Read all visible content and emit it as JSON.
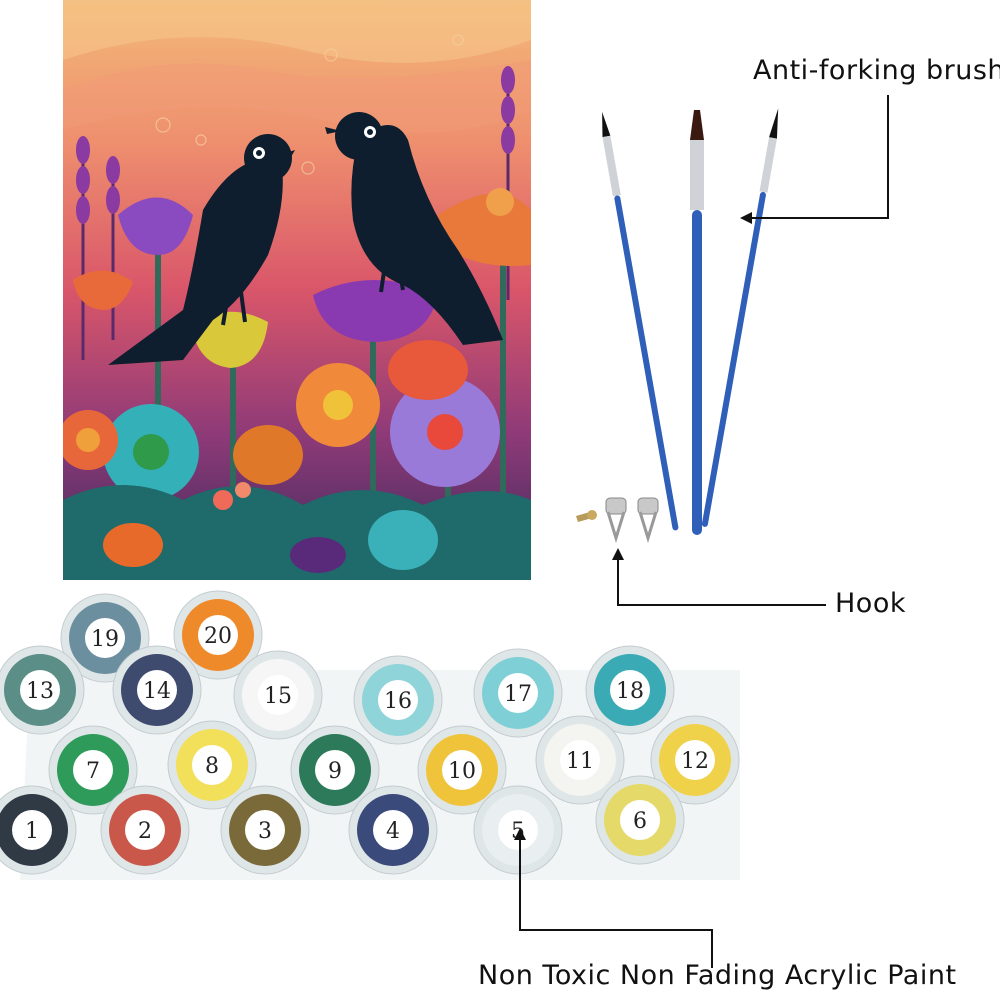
{
  "labels": {
    "brushes": "Anti-forking brushe",
    "hook": "Hook",
    "paint": "Non Toxic Non Fading Acrylic Paint"
  },
  "pots": [
    {
      "number": "1",
      "color": "#2f3a45"
    },
    {
      "number": "2",
      "color": "#c9584a"
    },
    {
      "number": "3",
      "color": "#7a6a3a"
    },
    {
      "number": "4",
      "color": "#3a4a7a"
    },
    {
      "number": "5",
      "color": "#e9eef0"
    },
    {
      "number": "6",
      "color": "#e5d96a"
    },
    {
      "number": "7",
      "color": "#2f9b5a"
    },
    {
      "number": "8",
      "color": "#f2df5a"
    },
    {
      "number": "9",
      "color": "#2d7a5a"
    },
    {
      "number": "10",
      "color": "#f0c43a"
    },
    {
      "number": "11",
      "color": "#f4f4f0"
    },
    {
      "number": "12",
      "color": "#f0d24a"
    },
    {
      "number": "13",
      "color": "#5a8e86"
    },
    {
      "number": "14",
      "color": "#3e4a6e"
    },
    {
      "number": "15",
      "color": "#f6f6f6"
    },
    {
      "number": "16",
      "color": "#8fd4d8"
    },
    {
      "number": "17",
      "color": "#7fd0d6"
    },
    {
      "number": "18",
      "color": "#3aaab4"
    },
    {
      "number": "19",
      "color": "#6c8fa0"
    },
    {
      "number": "20",
      "color": "#ef8a2a"
    }
  ]
}
